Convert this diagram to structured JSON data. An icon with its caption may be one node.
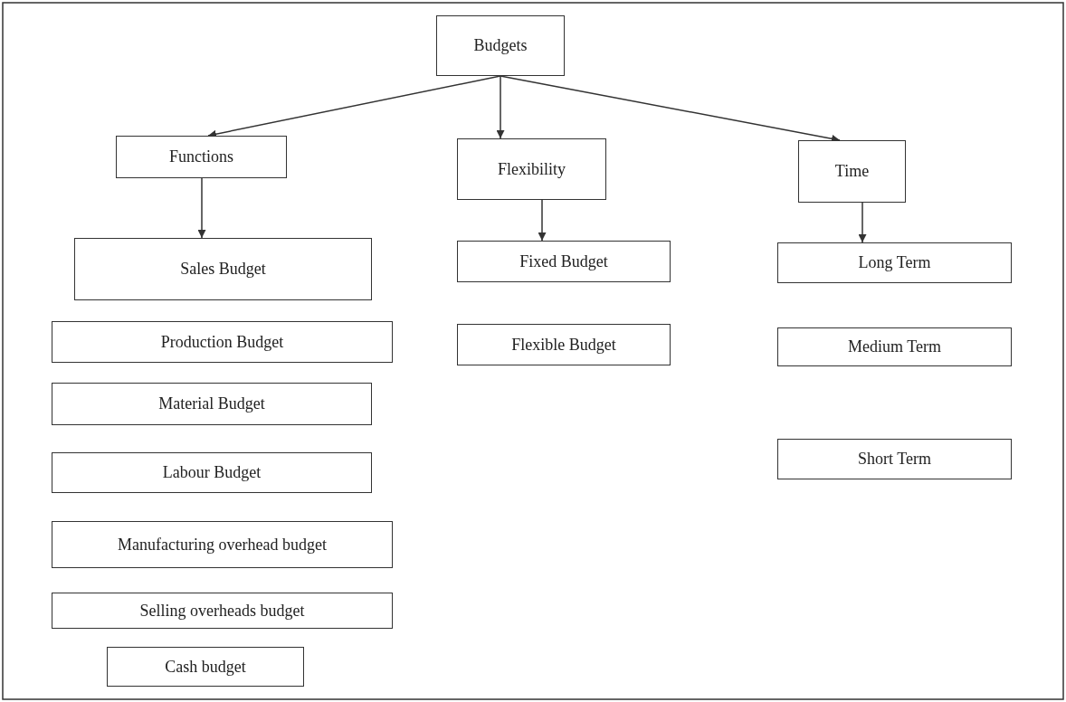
{
  "diagram": {
    "nodes": [
      {
        "text": [
          "Budgets"
        ]
      },
      {
        "text": [
          "Functions"
        ]
      },
      {
        "text": [
          "Flexibility"
        ]
      },
      {
        "text": [
          "Time"
        ]
      },
      {
        "text": [
          "Sales Budget"
        ]
      },
      {
        "text": [
          "Fixed Budget"
        ]
      },
      {
        "text": [
          "Long Term"
        ]
      },
      {
        "text": [
          "Production Budget"
        ]
      },
      {
        "text": [
          "Flexible Budget"
        ]
      },
      {
        "text": [
          "Medium Term"
        ]
      },
      {
        "text": [
          "Material Budget"
        ]
      },
      {
        "text": [
          "Short Term"
        ]
      },
      {
        "text": [
          "Labour Budget"
        ]
      },
      {
        "text": [
          "Manufacturing overhead budget"
        ]
      },
      {
        "text": [
          "Selling overheads budget"
        ]
      },
      {
        "text": [
          "Cash budget"
        ]
      }
    ],
    "edges": [
      {
        "from": 0,
        "to": 1,
        "arrow": "to"
      },
      {
        "from": 0,
        "to": 2,
        "arrow": "to"
      },
      {
        "from": 0,
        "to": 3,
        "arrow": "to"
      },
      {
        "from": 1,
        "to": 4,
        "arrow": "to"
      },
      {
        "from": 2,
        "to": 5,
        "arrow": "to"
      },
      {
        "from": 3,
        "to": 6,
        "arrow": "to"
      }
    ]
  }
}
